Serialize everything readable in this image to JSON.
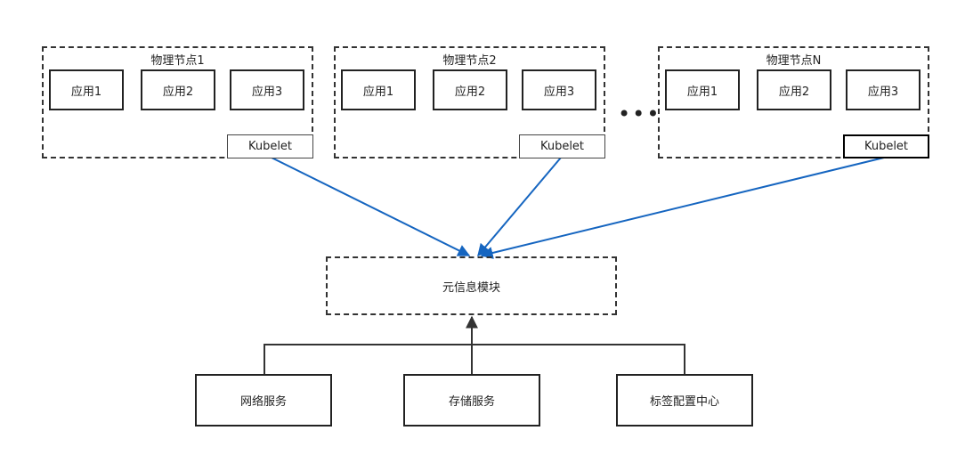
{
  "colors": {
    "arrow_blue": "#1565c0",
    "line_dark": "#333333"
  },
  "nodes": [
    {
      "title": "物理节点1",
      "apps": [
        "应用1",
        "应用2",
        "应用3"
      ],
      "kubelet": "Kubelet"
    },
    {
      "title": "物理节点2",
      "apps": [
        "应用1",
        "应用2",
        "应用3"
      ],
      "kubelet": "Kubelet"
    },
    {
      "title": "物理节点N",
      "apps": [
        "应用1",
        "应用2",
        "应用3"
      ],
      "kubelet": "Kubelet"
    }
  ],
  "ellipsis": "•••",
  "meta_module": "元信息模块",
  "services": [
    "网络服务",
    "存储服务",
    "标签配置中心"
  ]
}
